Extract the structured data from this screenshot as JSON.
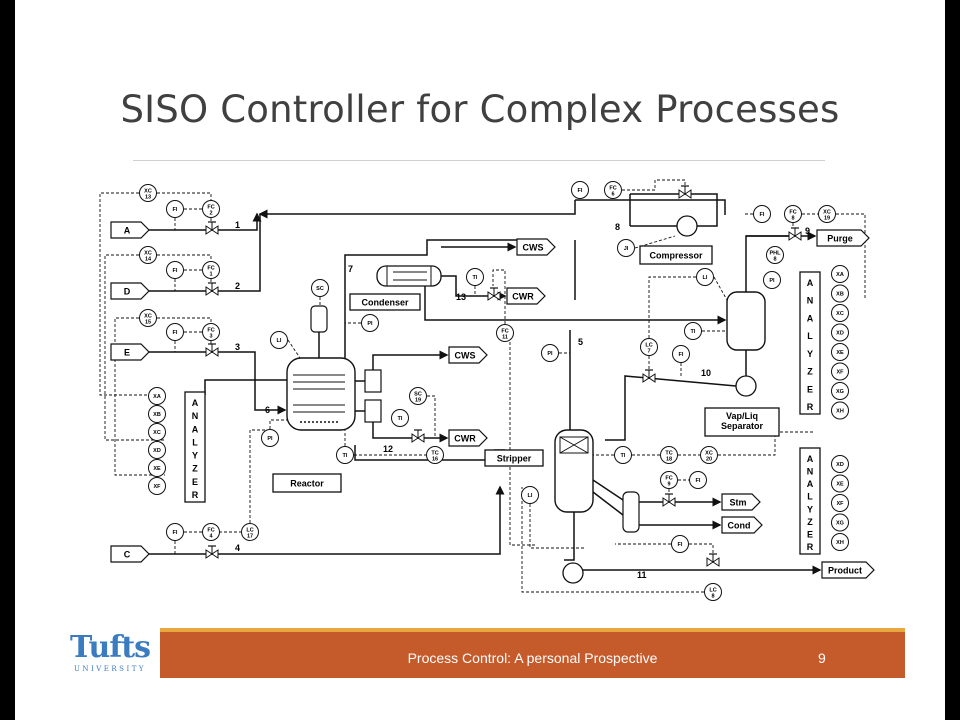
{
  "slide": {
    "title": "SISO Controller for Complex Processes",
    "footer_text": "Process Control: A personal Prospective",
    "page_number": "9",
    "logo": {
      "word": "Tufts",
      "sub": "UNIVERSITY",
      "color": "#3b7bbf"
    },
    "footer_color": "#c55a2b",
    "footer_accent": "#e8a840"
  },
  "diagram": {
    "feeds": [
      "A",
      "D",
      "E",
      "C"
    ],
    "utilities": [
      "CWS",
      "CWR",
      "CWS",
      "CWR",
      "Purge",
      "Stm",
      "Cond",
      "Product"
    ],
    "units": [
      "Condenser",
      "Compressor",
      "Reactor",
      "Stripper",
      "Vap/Liq",
      "Separator"
    ],
    "analyzer_word": [
      "A",
      "N",
      "A",
      "L",
      "Y",
      "Z",
      "E",
      "R"
    ],
    "stream_numbers": [
      "1",
      "2",
      "3",
      "4",
      "5",
      "6",
      "7",
      "8",
      "9",
      "10",
      "11",
      "12",
      "13"
    ],
    "tags": {
      "a_xc": [
        "XC",
        "13"
      ],
      "a_fi": [
        "FI"
      ],
      "a_fc": [
        "FC",
        "2"
      ],
      "d_xc": [
        "XC",
        "14"
      ],
      "d_fi": [
        "FI"
      ],
      "d_fc": [
        "FC",
        "1"
      ],
      "e_xc": [
        "XC",
        "15"
      ],
      "e_fi": [
        "FI"
      ],
      "e_fc": [
        "FC",
        "3"
      ],
      "c_fi": [
        "FI"
      ],
      "c_fc": [
        "FC",
        "4"
      ],
      "c_lc": [
        "LC",
        "17"
      ],
      "r_li": [
        "LI"
      ],
      "r_sc": [
        "SC"
      ],
      "r_pi": [
        "PI"
      ],
      "r_pi2": [
        "PI"
      ],
      "r_ti": [
        "TI"
      ],
      "r_tc": [
        "TC",
        "16"
      ],
      "r_ti2": [
        "TI"
      ],
      "r_sc2": [
        "SC",
        "19"
      ],
      "r_ti3": [
        "TI"
      ],
      "cond_ti": [
        "TI"
      ],
      "top_fi": [
        "FI"
      ],
      "top_fc": [
        "FC",
        "6"
      ],
      "comp_ji": [
        "JI"
      ],
      "pu_fi": [
        "FI"
      ],
      "pu_fc": [
        "FC",
        "8"
      ],
      "pu_xc": [
        "XC",
        "19"
      ],
      "pu_phl": [
        "PHL",
        "8"
      ],
      "pu_pi": [
        "PI"
      ],
      "sep_li": [
        "LI"
      ],
      "sep_ti": [
        "TI"
      ],
      "sep_lc": [
        "LC",
        "7"
      ],
      "sep_fi": [
        "FI"
      ],
      "st_fc11": [
        "FC",
        "11"
      ],
      "st_pi": [
        "PI"
      ],
      "st_ti": [
        "TI"
      ],
      "st_tc": [
        "TC",
        "18"
      ],
      "st_xc": [
        "XC",
        "20"
      ],
      "st_fc9": [
        "FC",
        "9"
      ],
      "st_fi": [
        "FI"
      ],
      "st_li": [
        "LI"
      ],
      "pr_fi": [
        "FI"
      ],
      "pr_lc": [
        "LC",
        "8"
      ],
      "an1": [
        "XA",
        "XB",
        "XC",
        "XD",
        "XE",
        "XF"
      ],
      "an2": [
        "XA",
        "XB",
        "XC",
        "XD",
        "XE",
        "XF",
        "XG",
        "XH"
      ],
      "an3": [
        "XD",
        "XE",
        "XF",
        "XG",
        "XH"
      ]
    }
  }
}
